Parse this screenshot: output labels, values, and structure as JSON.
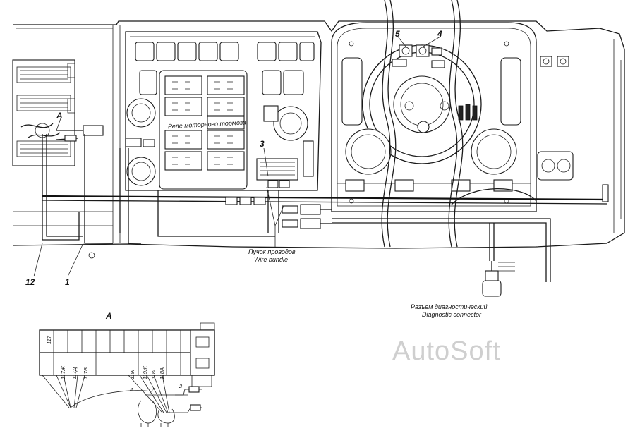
{
  "callouts": {
    "c5": "5",
    "c4": "4",
    "c3": "3",
    "cA": "A",
    "c12": "12",
    "c1": "1",
    "detail": "А"
  },
  "relay_label": "Реле моторного тормоза",
  "wire_bundle": {
    "ru": "Пучок проводов",
    "en": "Wire bundle"
  },
  "diag_connector": {
    "ru": "Разъем диагностический",
    "en": "Diagnostic connector"
  },
  "detail_wires": {
    "w117": "117",
    "w117zh": "117Ж",
    "w117d": "117Д",
    "w117b": "117Б",
    "w119g": "119Г",
    "w119zh": "119Ж",
    "w118g": "118Г",
    "w118a": "118А"
  },
  "detail_nums": {
    "n4": "4",
    "n5": "5",
    "n2": "2"
  },
  "watermark": "AutoSoft"
}
